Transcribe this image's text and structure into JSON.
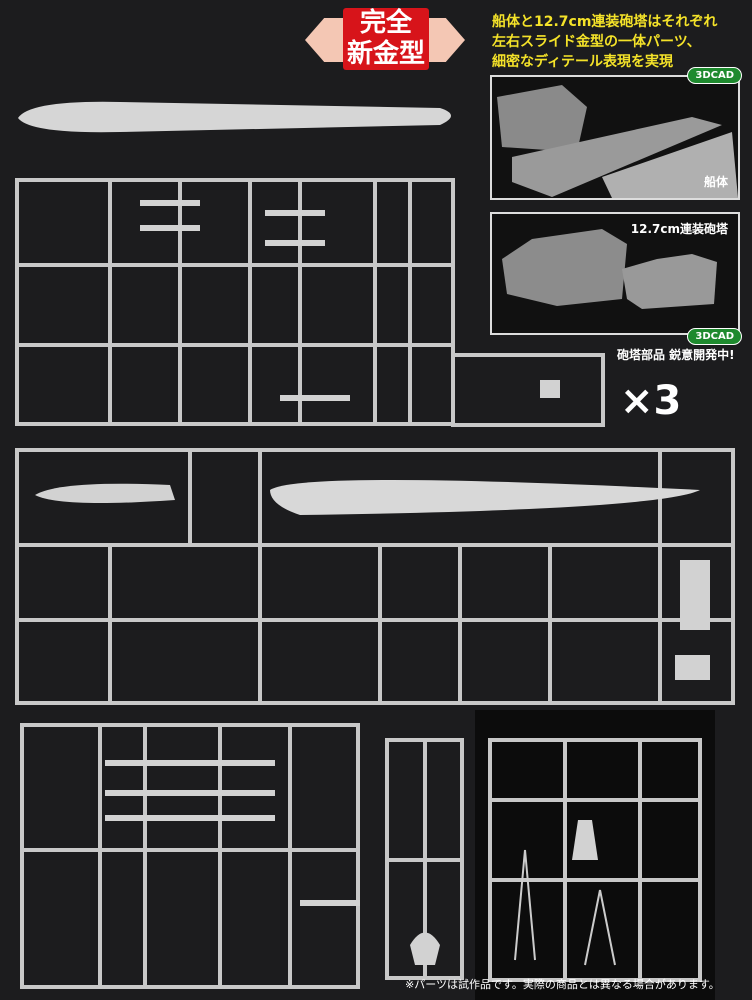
{
  "badge": {
    "text": "完全\n新金型"
  },
  "headline": "船体と12.7cm連装砲塔はそれぞれ\n左右スライド金型の一体パーツ、\n細密なディテール表現を実現",
  "cad_panels": [
    {
      "tag": "3DCAD",
      "label": "船体"
    },
    {
      "tag": "3DCAD",
      "label": "12.7cm連装砲塔"
    }
  ],
  "turret_note": "砲塔部品 鋭意開発中!",
  "multiplier": "×3",
  "footnote": "※パーツは試作品です。実際の商品とは異なる場合があります。"
}
